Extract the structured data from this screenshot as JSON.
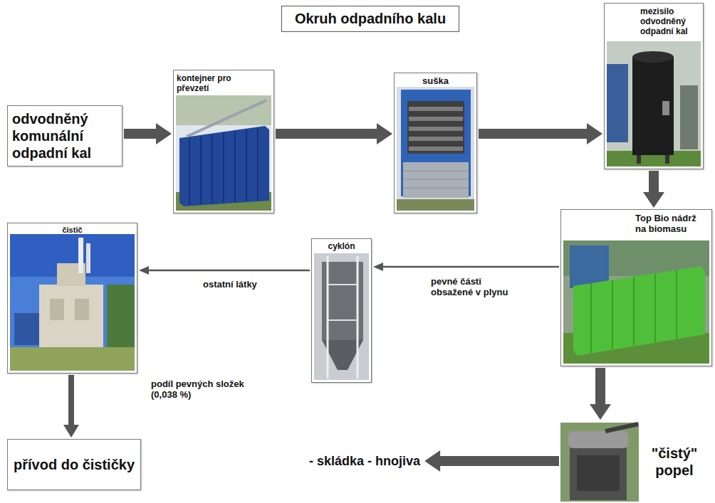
{
  "diagram": {
    "title": "Okruh odpadního kalu",
    "nodes": [
      {
        "text": [
          "odvodněný komunální odpadní kal"
        ]
      },
      {
        "text": [
          "kontejner pro převzetí"
        ]
      },
      {
        "text": [
          "suška"
        ]
      },
      {
        "text": [
          "mezisilo odvodněný odpadní kal"
        ]
      },
      {
        "text": [
          "Top Bio nádrž na biomasu"
        ]
      },
      {
        "text": [
          "čistič"
        ]
      },
      {
        "text": [
          "cyklón"
        ]
      },
      {
        "text": [
          "přívod do čističky"
        ]
      },
      {
        "text": [
          "\"čistý\" popel"
        ]
      },
      {
        "text": [
          "- skládka - hnojiva"
        ]
      }
    ],
    "edges": [
      {
        "from": 0,
        "to": 1,
        "arrow": "to"
      },
      {
        "from": 1,
        "to": 2,
        "arrow": "to"
      },
      {
        "from": 2,
        "to": 3,
        "arrow": "to"
      },
      {
        "from": 3,
        "to": 4,
        "arrow": "to"
      },
      {
        "from": 4,
        "to": 6,
        "label": "pevné části obsažené v plynu",
        "arrow": "to"
      },
      {
        "from": 6,
        "to": 5,
        "label": "ostatní látky",
        "arrow": "to"
      },
      {
        "from": 5,
        "to": 7,
        "label": "podíl pevných složek (0,038 %)",
        "arrow": "to"
      },
      {
        "from": 4,
        "to": 8,
        "arrow": "to"
      },
      {
        "from": 8,
        "to": 9,
        "arrow": "to"
      }
    ]
  }
}
